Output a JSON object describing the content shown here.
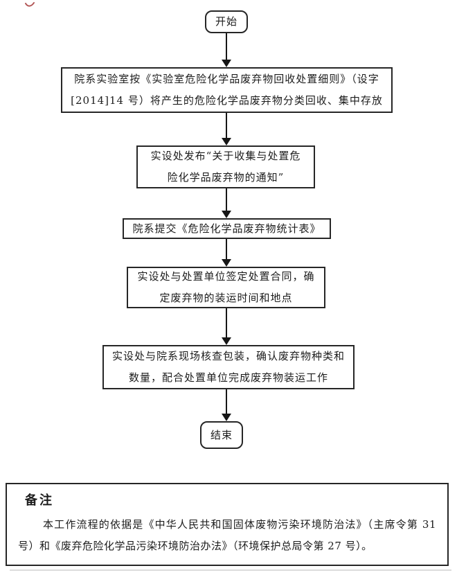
{
  "annotation": {
    "mark_color": "#b25656"
  },
  "flow": {
    "start_label": "开始",
    "step_collect_line1": "院系实验室按《实验室危险化学品废弃物回收处置细则》（设字",
    "step_collect_line2": "[2014]14 号）将产生的危险化学品废弃物分类回收、集中存放",
    "step_notice_line1": "实设处发布“关于收集与处置危",
    "step_notice_line2": "险化学品废弃物的通知”",
    "step_submit_line1": "院系提交《危险化学品废弃物统计表》",
    "step_contract_line1": "实设处与处置单位签定处置合同，确",
    "step_contract_line2": "定废弃物的装运时间和地点",
    "step_verify_line1": "实设处与院系现场核查包装，确认废弃物种类和",
    "step_verify_line2": "数量，配合处置单位完成废弃物装运工作",
    "end_label": "结束"
  },
  "remarks": {
    "title": "备注",
    "body": "本工作流程的依据是《中华人民共和国固体废物污染环境防治法》（主席令第 31 号）和《废弃危险化学品污染环境防治办法》（环境保护总局令第 27 号）。"
  }
}
